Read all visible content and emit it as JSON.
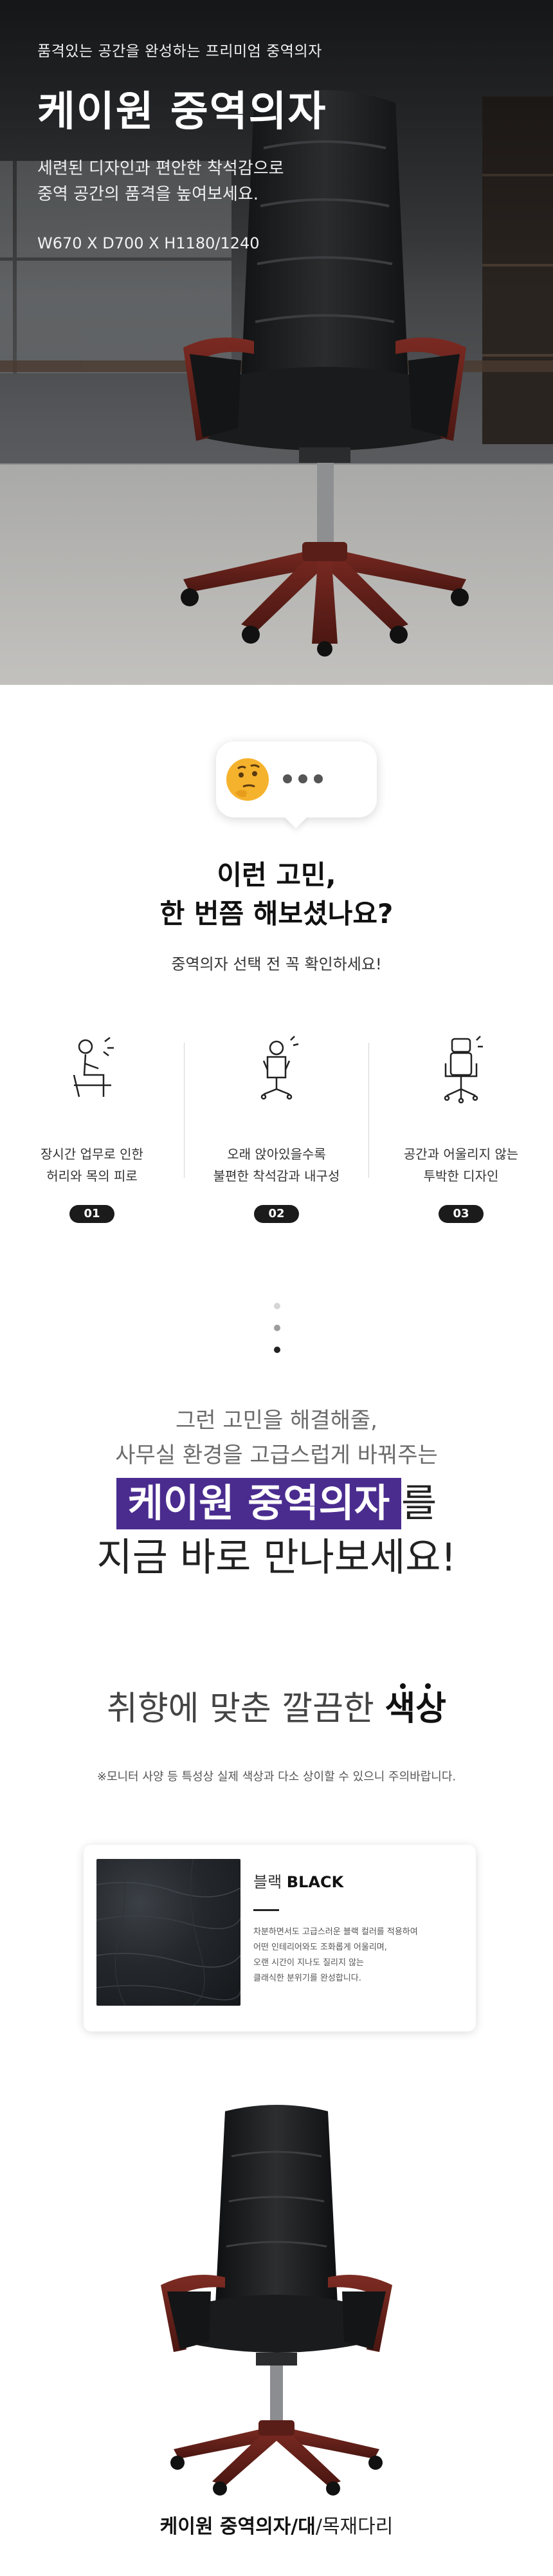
{
  "hero": {
    "subtitle": "품격있는 공간을 완성하는 프리미엄 중역의자",
    "title": "케이원 중역의자",
    "desc_line1": "세련된 디자인과 편안한 착석감으로",
    "desc_line2": "중역 공간의 품격을 높여보세요.",
    "dimensions": "W670 X D700 X H1180/1240"
  },
  "worry": {
    "bubble_icon": "thinking-face-emoji",
    "title_line1": "이런 고민,",
    "title_line2": "한 번쯤 해보셨나요?",
    "subtitle": "중역의자 선택 전 꼭 확인하세요!",
    "items": [
      {
        "icon": "tired-sitting-person-icon",
        "line1": "장시간 업무로 인한",
        "line2": "허리와 목의 피로",
        "num": "01"
      },
      {
        "icon": "uncomfortable-chair-person-icon",
        "line1": "오래 앉아있을수록",
        "line2": "불편한 착석감과 내구성",
        "num": "02"
      },
      {
        "icon": "bulky-chair-icon",
        "line1": "공간과 어울리지 않는",
        "line2": "투박한 디자인",
        "num": "03"
      }
    ]
  },
  "solution": {
    "line1": "그런 고민을 해결해줄,",
    "line2": "사무실 환경을 고급스럽게 바꿔주는",
    "highlight": "케이원 중역의자",
    "suffix": "를",
    "line3": "지금 바로 만나보세요!",
    "highlight_color": "#4a2c8f"
  },
  "colors": {
    "title_prefix": "취향에 맞춘 깔끔한 ",
    "title_emph": "색상",
    "note": "※모니터 사양 등 특성상 실제 색상과 다소 상이할 수 있으니 주의바랍니다.",
    "card": {
      "name_ko": "블랙 ",
      "name_en": "BLACK",
      "desc1": "차분하면서도 고급스러운 블랙 컬러를 적용하여",
      "desc2": "어떤 인테리어와도 조화롭게 어울리며,",
      "desc3": "오랜 시간이 지나도 질리지 않는",
      "desc4": "클래식한 분위기를 완성합니다."
    }
  },
  "product": {
    "caption_bold": "케이원 중역의자/대",
    "caption_rest": "/목재다리"
  }
}
